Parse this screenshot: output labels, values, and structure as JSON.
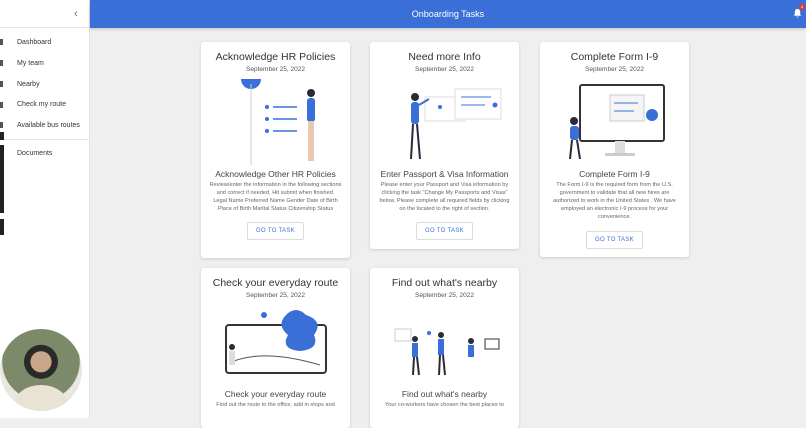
{
  "sidebar": {
    "collapse_icon": "chevron-left-icon",
    "items": [
      {
        "label": "Dashboard"
      },
      {
        "label": "My team"
      },
      {
        "label": "Nearby"
      },
      {
        "label": "Check my route"
      },
      {
        "label": "Available bus routes"
      },
      {
        "label": "Documents"
      }
    ]
  },
  "header": {
    "title": "Onboarding Tasks",
    "notification_count": "4",
    "accent": "#3a6fd8"
  },
  "cards": [
    {
      "title": "Acknowledge HR Policies",
      "date": "September 25, 2022",
      "subtitle": "Acknowledge Other HR Policies",
      "description": "Review/enter the information in the following sections and correct if needed. Hit submit when finished. Legal Name Preferred Name Gender Date of Birth Place of Birth Marital Status Citizenship Status",
      "button": "GO TO TASK"
    },
    {
      "title": "Need more Info",
      "date": "September 25, 2022",
      "subtitle": "Enter Passport & Visa Information",
      "description": "Please enter your Passport and Visa information by clicking the task \"Change My Passports and Visas\" below. Please complete all required fields by clicking on the located to the right of section.",
      "button": "GO TO TASK"
    },
    {
      "title": "Complete Form I-9",
      "date": "September 25, 2022",
      "subtitle": "Complete Form I-9",
      "description": "The Form I-9 is the required form from the U.S. government to validate that all new hires are authorized to work in the United States . We have employed an electronic I-9 process for your convenience.",
      "button": "GO TO TASK"
    },
    {
      "title": "Check your everyday route",
      "date": "September 25, 2022",
      "subtitle": "Check your everyday route",
      "description": "Find out the route to the office, add in stops and"
    },
    {
      "title": "Find out what's nearby",
      "date": "September 25, 2022",
      "subtitle": "Find out what's nearby",
      "description": "Your co-workers have chosen the best places to"
    }
  ]
}
